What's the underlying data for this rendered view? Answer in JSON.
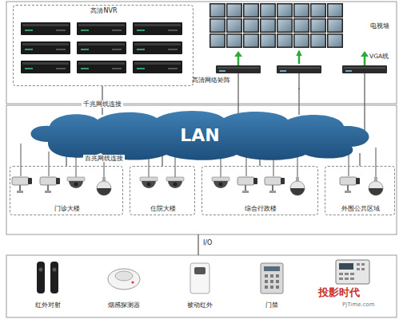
{
  "diagram": {
    "nodes": [
      {
        "text": [
          "高清NVR"
        ]
      },
      {
        "text": [
          "电视墙"
        ]
      },
      {
        "text": [
          "高清网络矩阵"
        ]
      },
      {
        "text": [
          "LAN"
        ]
      },
      {
        "text": [
          "门诊大楼"
        ]
      },
      {
        "text": [
          "住院大楼"
        ]
      },
      {
        "text": [
          "综合行政楼"
        ]
      },
      {
        "text": [
          "外围公共区域"
        ]
      },
      {
        "text": [
          "红外对射"
        ]
      },
      {
        "text": [
          "烟感探测器"
        ]
      },
      {
        "text": [
          "被动红外"
        ]
      },
      {
        "text": [
          "门禁"
        ]
      }
    ],
    "edges": [
      {
        "from": 0,
        "to": 3,
        "arrow": "none",
        "label": "千兆网线连接"
      },
      {
        "from": 2,
        "to": 1,
        "arrow": "to"
      },
      {
        "from": 2,
        "to": 3,
        "arrow": "none"
      },
      {
        "from": 4,
        "to": 3,
        "arrow": "none"
      },
      {
        "from": 5,
        "to": 3,
        "arrow": "none"
      },
      {
        "from": 6,
        "to": 3,
        "arrow": "none"
      },
      {
        "from": 7,
        "to": 3,
        "arrow": "none"
      }
    ],
    "labels": [
      "VGA线",
      "百兆网线连接",
      "I/O",
      "投影时代",
      "PjTime.com"
    ]
  }
}
